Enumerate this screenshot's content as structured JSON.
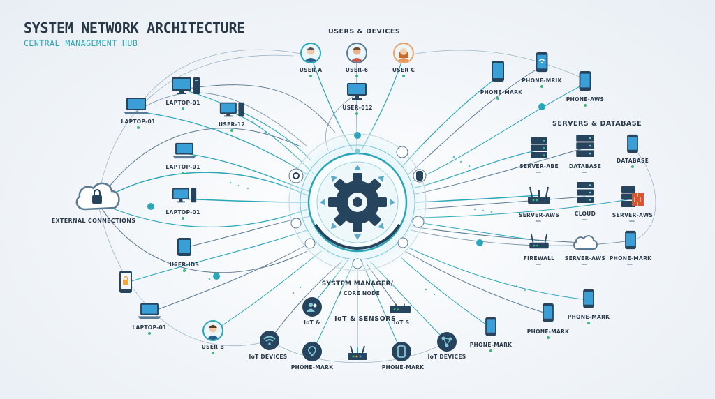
{
  "title": "SYSTEM NETWORK ARCHITECTURE",
  "subtitle": "CENTRAL MANAGEMENT HUB",
  "sections": {
    "users": "USERS & DEVICES",
    "servers": "SERVERS & DATABASE",
    "iot": "IoT & SENSORS",
    "external": "EXTERNAL CONNECTIONS"
  },
  "core": {
    "line1": "SYSTEM MANAGER/",
    "line2": "/ CORE NODE",
    "icon": "gear-icon"
  },
  "nodes": {
    "user_a": "USER A",
    "user_6": "USER-6",
    "user_c": "USER C",
    "user_012": "USER-012",
    "laptop_01_a": "LAPTOP-01",
    "laptop_01_b": "LAPTOP-01",
    "user_12": "USER-12",
    "laptop_01_c": "LAPTOP-01",
    "laptop_01_d": "LAPTOP-01",
    "user_ids": "USER-IDS",
    "laptop_01_e": "LAPTOP-01",
    "user_b": "USER B",
    "iot_a": "IoT &",
    "iot_devices_a": "IoT DEVICES",
    "phone_mark_iot_a": "PHONE-MARK",
    "phone_mark_iot_b": "PHONE-MARK",
    "iot_s": "IoT S",
    "iot_devices_b": "IoT DEVICES",
    "phone_mark_a": "PHONE-MARK",
    "phone_mrik": "PHONE-MRIK",
    "phone_aws": "PHONE-AWS",
    "server_abe": "SERVER-ABE",
    "database_a": "DATABASE",
    "database_b": "DATABASE",
    "server_aws_a": "SERVER-AWS",
    "cloud": "CLOUD",
    "server_aws_b": "SERVER-AWS",
    "firewall": "FIREWALL",
    "server_aws_c": "SERVER-AWS",
    "phone_mark_b": "PHONE-MARK",
    "phone_mark_c": "PHONE-MARK",
    "phone_mark_d": "PHONE-MARK",
    "phone_mark_e": "PHONE-MARK"
  },
  "colors": {
    "teal": "#2aa6b8",
    "navy": "#26445e",
    "green": "#3cb878",
    "text": "#2b3a4a"
  }
}
